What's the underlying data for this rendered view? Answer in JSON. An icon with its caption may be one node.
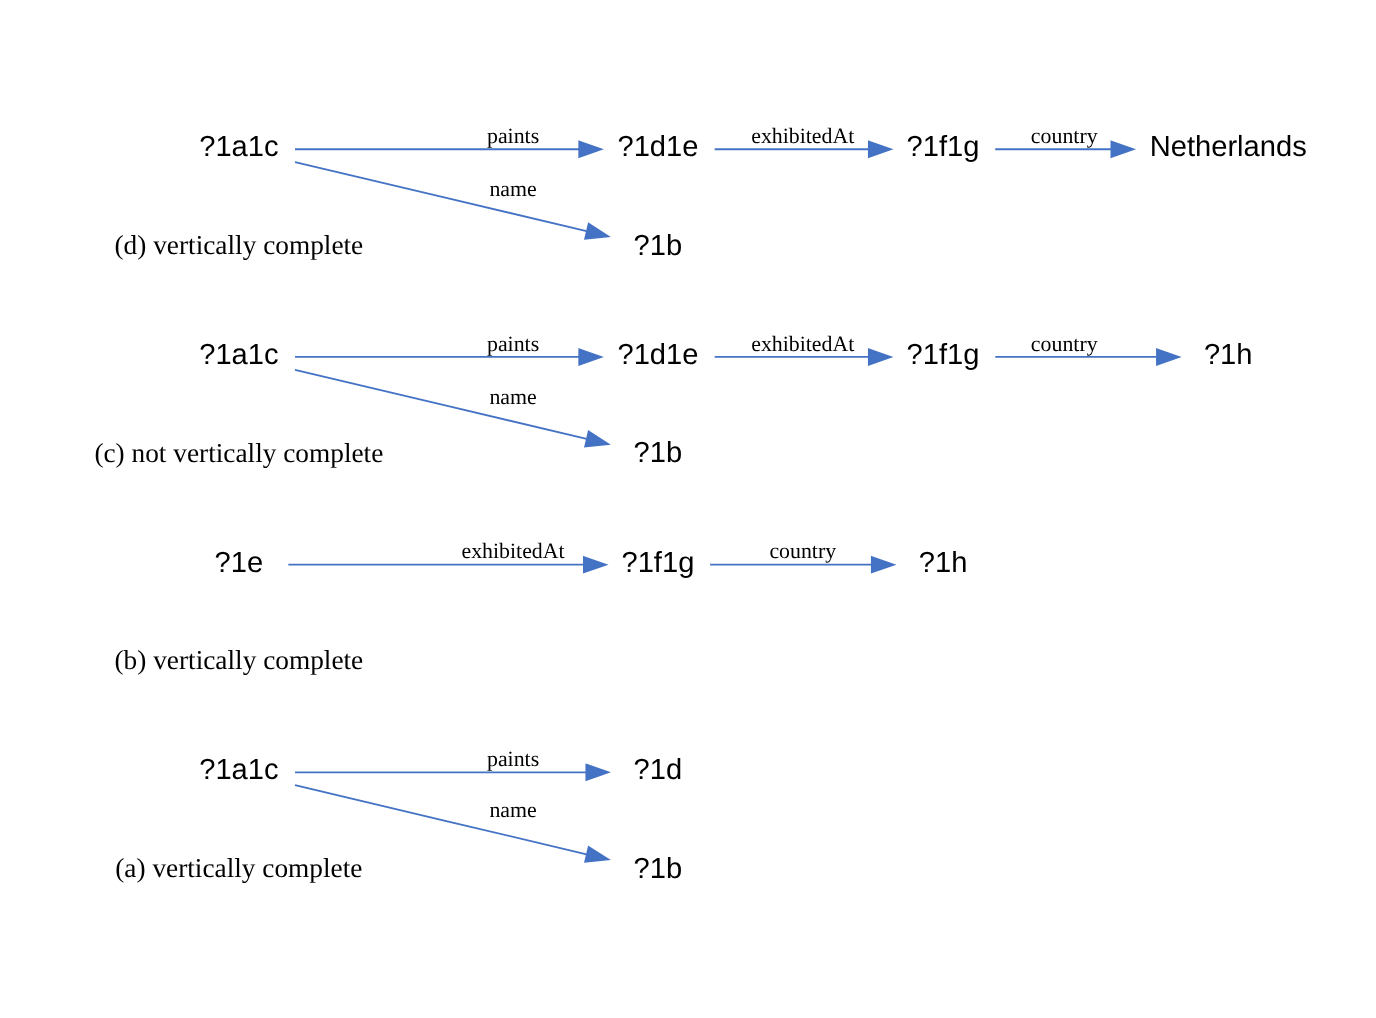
{
  "diagram": {
    "nodes": [
      {
        "text": [
          "?1a1c"
        ]
      },
      {
        "text": [
          "?1b"
        ]
      },
      {
        "text": [
          "?1d"
        ]
      },
      {
        "text": [
          "?1e"
        ]
      },
      {
        "text": [
          "?1f1g"
        ]
      },
      {
        "text": [
          "?1h"
        ]
      },
      {
        "text": [
          "?1a1c"
        ]
      },
      {
        "text": [
          "?1b"
        ]
      },
      {
        "text": [
          "?1d1e"
        ]
      },
      {
        "text": [
          "?1f1g"
        ]
      },
      {
        "text": [
          "?1h"
        ]
      },
      {
        "text": [
          "?1a1c"
        ]
      },
      {
        "text": [
          "?1b"
        ]
      },
      {
        "text": [
          "?1d1e"
        ]
      },
      {
        "text": [
          "?1f1g"
        ]
      },
      {
        "text": [
          "Netherlands"
        ]
      }
    ],
    "edges": [
      {
        "from": 0,
        "to": 1,
        "arrow": "to",
        "label": "name"
      },
      {
        "from": 0,
        "to": 2,
        "arrow": "to",
        "label": "paints"
      },
      {
        "from": 3,
        "to": 4,
        "arrow": "to",
        "label": "exhibitedAt"
      },
      {
        "from": 4,
        "to": 5,
        "arrow": "to",
        "label": "country"
      },
      {
        "from": 6,
        "to": 7,
        "arrow": "to",
        "label": "name"
      },
      {
        "from": 6,
        "to": 8,
        "arrow": "to",
        "label": "paints"
      },
      {
        "from": 8,
        "to": 9,
        "arrow": "to",
        "label": "exhibitedAt"
      },
      {
        "from": 9,
        "to": 10,
        "arrow": "to",
        "label": "country"
      },
      {
        "from": 11,
        "to": 12,
        "arrow": "to",
        "label": "name"
      },
      {
        "from": 11,
        "to": 13,
        "arrow": "to",
        "label": "paints"
      },
      {
        "from": 13,
        "to": 14,
        "arrow": "to",
        "label": "exhibitedAt"
      },
      {
        "from": 14,
        "to": 15,
        "arrow": "to",
        "label": "country"
      }
    ],
    "labels": [
      "(a) vertically complete",
      "(b) vertically complete",
      "(c) not vertically complete",
      "(d) vertically complete"
    ]
  }
}
